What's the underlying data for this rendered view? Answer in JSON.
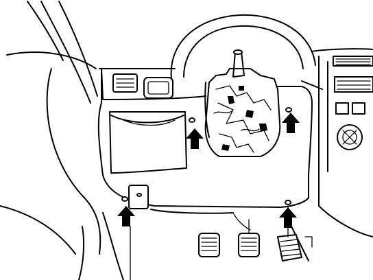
{
  "diagram": {
    "line_color": "#000000",
    "background": "#ffffff",
    "arrow_color": "#000000",
    "arrow_icon": "arrow-up-icon",
    "callouts": [
      {
        "id": "upper-left-fastener",
        "icon": "arrow-up-icon"
      },
      {
        "id": "upper-right-fastener",
        "icon": "arrow-up-icon"
      },
      {
        "id": "lower-left-fastener",
        "icon": "arrow-up-icon"
      },
      {
        "id": "lower-right-fastener",
        "icon": "arrow-up-icon"
      }
    ]
  }
}
